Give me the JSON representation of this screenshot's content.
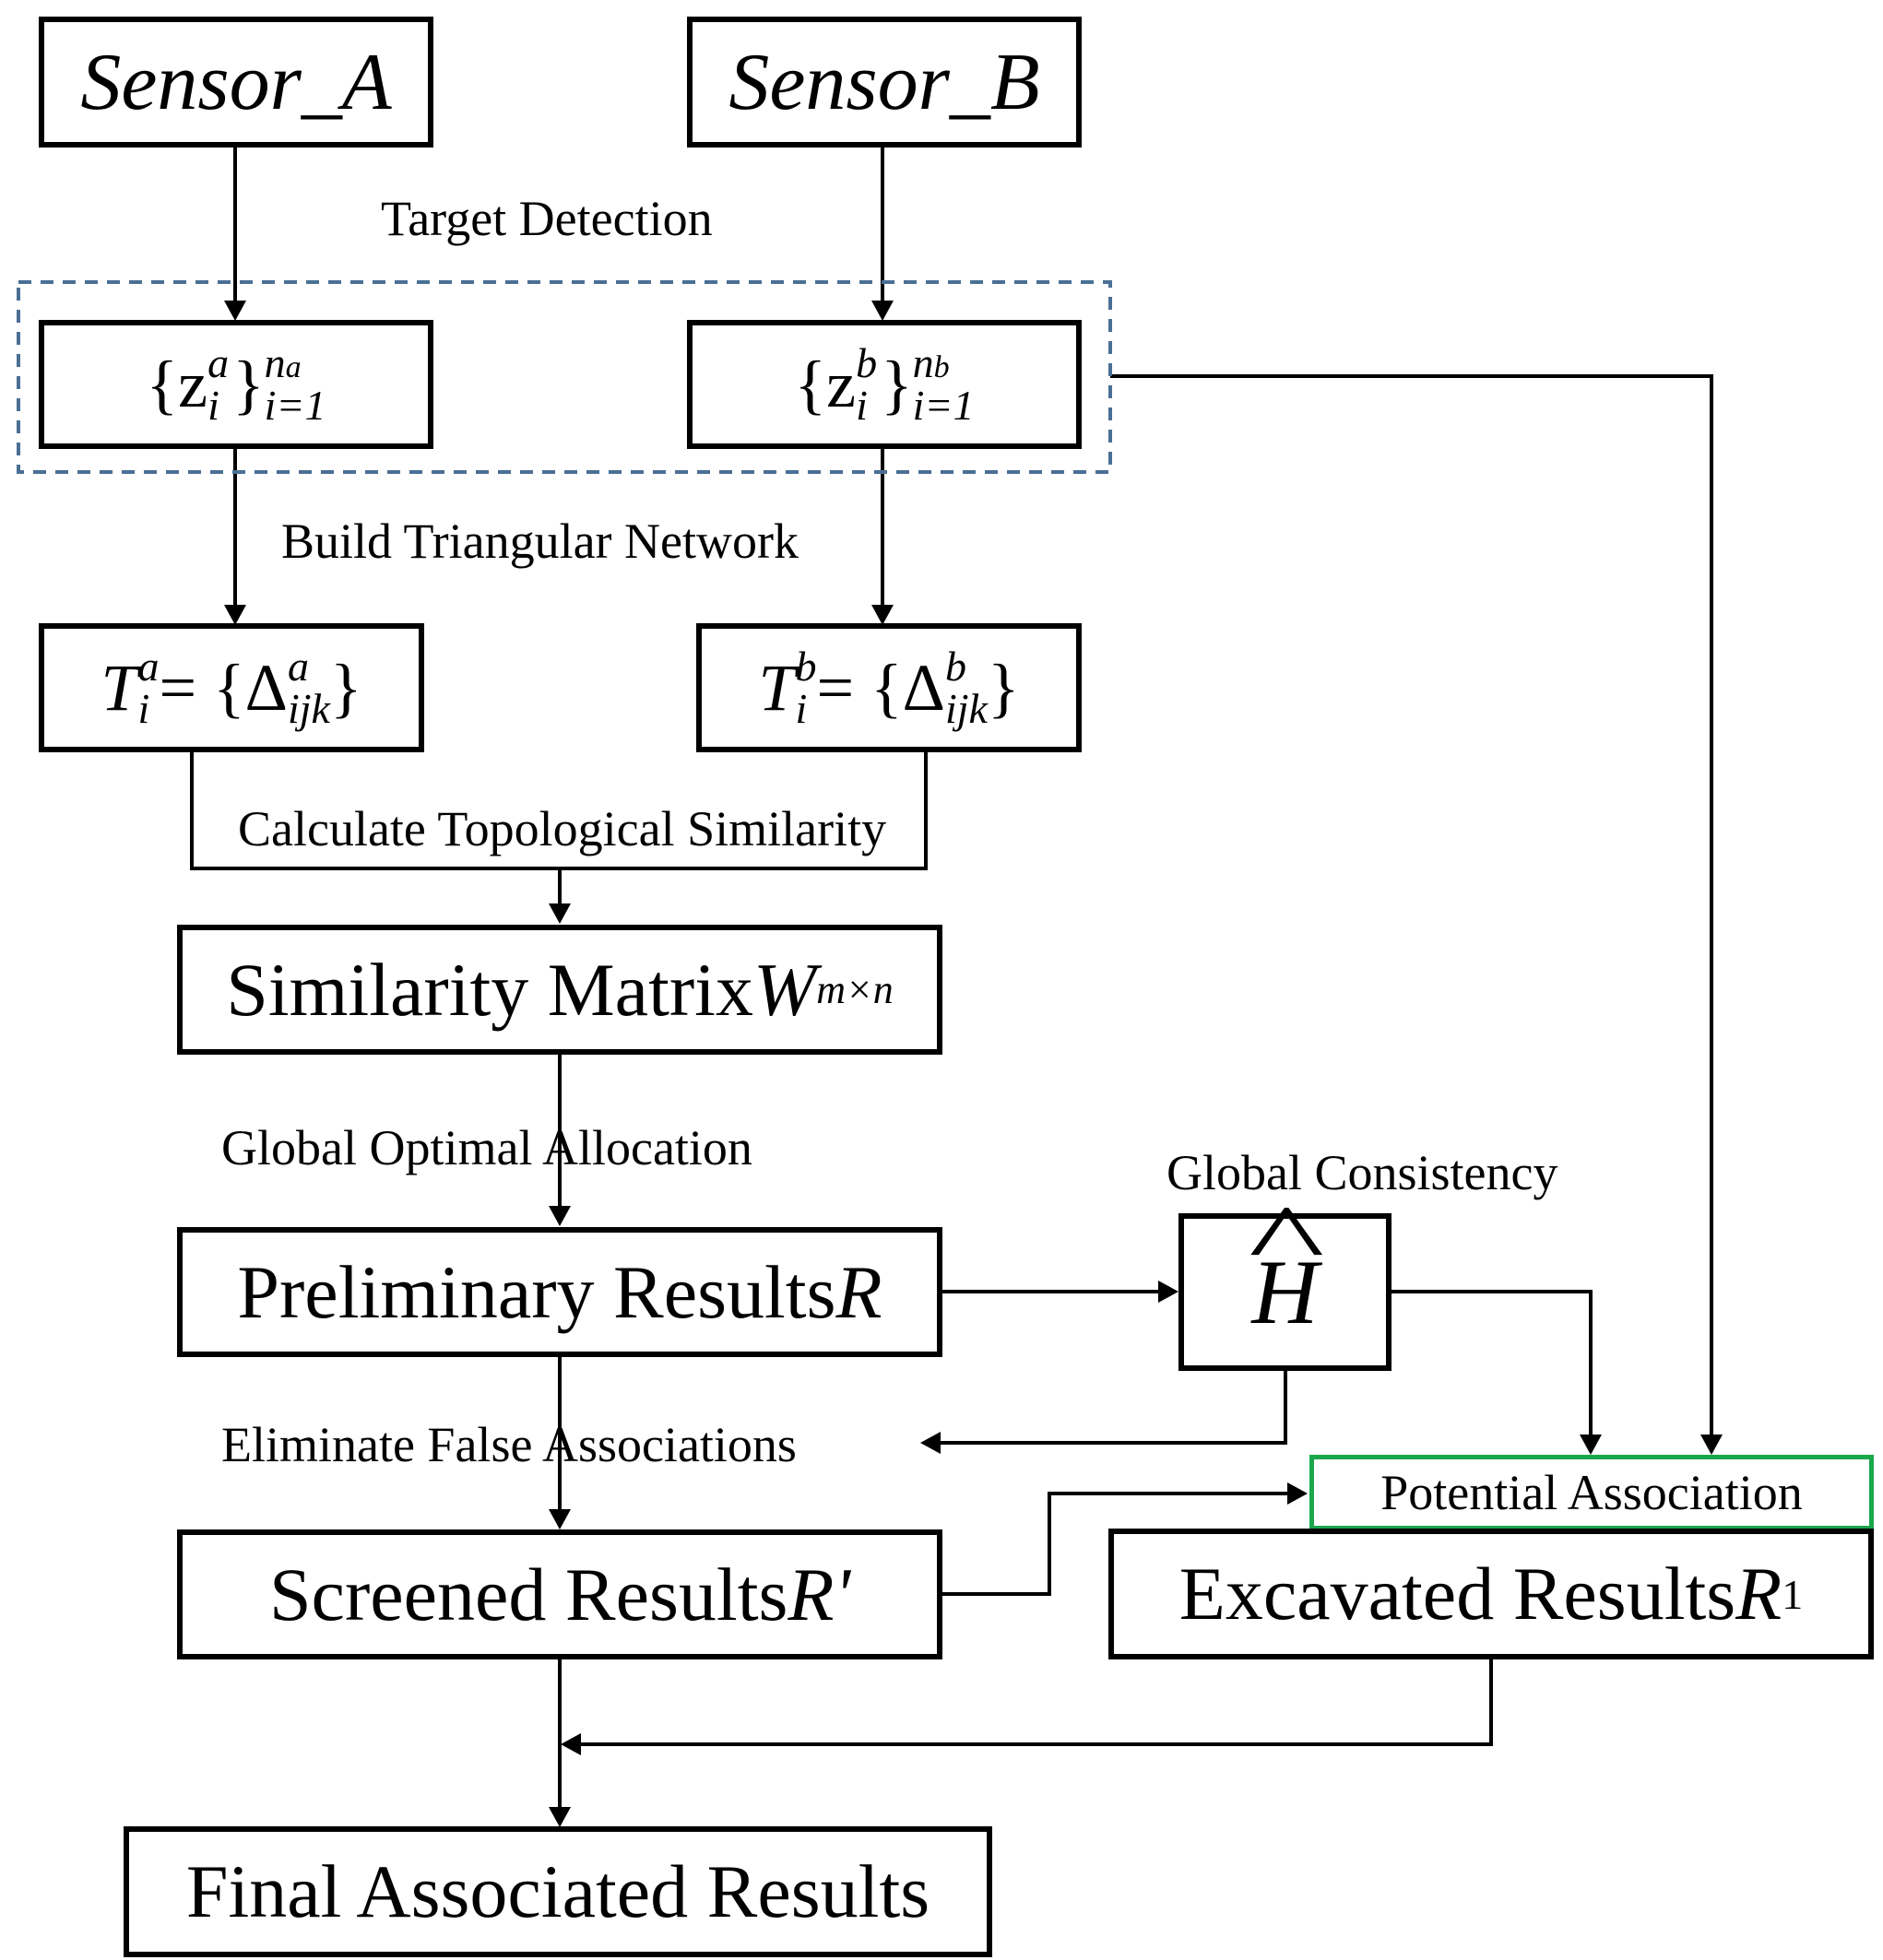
{
  "nodes": {
    "sensor_a": {
      "main": "Sensor",
      "sep": " _ ",
      "tail": "A"
    },
    "sensor_b": {
      "main": "Sensor",
      "sep": " _ ",
      "tail": "B"
    },
    "za": {
      "open": "{",
      "base": "z",
      "sup": "a",
      "sub": "i",
      "close": "}",
      "upper": "n",
      "upper_sub": "a",
      "lower": "i=1"
    },
    "zb": {
      "open": "{",
      "base": "z",
      "sup": "b",
      "sub": "i",
      "close": "}",
      "upper": "n",
      "upper_sub": "b",
      "lower": "i=1"
    },
    "ta": {
      "base": "T",
      "sup": "a",
      "sub": "i",
      "eq": " = {",
      "delta": "Δ",
      "dsup": "a",
      "dsub": "ijk",
      "close": "}"
    },
    "tb": {
      "base": "T",
      "sup": "b",
      "sub": "i",
      "eq": " = {",
      "delta": "Δ",
      "dsup": "b",
      "dsub": "ijk",
      "close": "}"
    },
    "similarity": {
      "text": "Similarity Matrix",
      "var": "W",
      "sub": "m×n"
    },
    "preliminary": {
      "text": "Preliminary Results ",
      "var": "R"
    },
    "h_hat": {
      "var": "H",
      "hat": "^"
    },
    "screened": {
      "text": "Screened Results ",
      "var": "R'"
    },
    "potential": {
      "text": "Potential Association"
    },
    "excavated": {
      "text": "Excavated Results ",
      "var": "R",
      "sub": "1"
    },
    "final": {
      "text": "Final Associated Results"
    }
  },
  "edge_labels": {
    "target_detection": "Target Detection",
    "build_network": "Build Triangular Network",
    "topological": "Calculate Topological Similarity",
    "global_optimal": "Global Optimal Allocation",
    "global_consistency": "Global Consistency",
    "eliminate": "Eliminate False Associations"
  },
  "colors": {
    "line": "#000000",
    "dashed_group": "#4a6f95",
    "potential_border": "#1aa64b"
  }
}
